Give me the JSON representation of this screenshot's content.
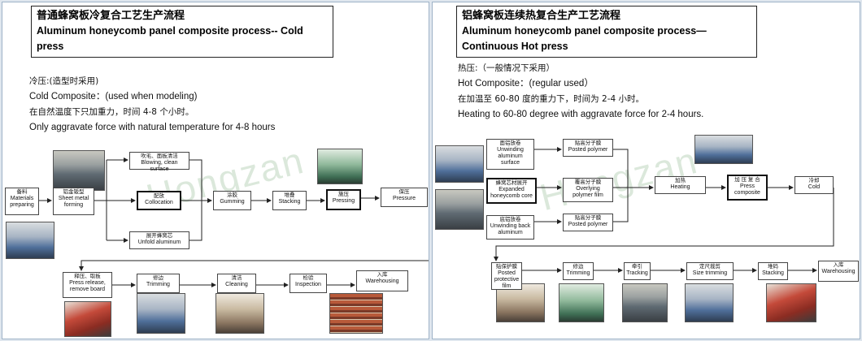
{
  "left": {
    "title_zh": "普通蜂窝板冷复合工艺生产流程",
    "title_en": "Aluminum honeycomb panel composite process-- Cold press",
    "notes": [
      "冷压:(造型时采用)",
      "Cold Composite：(used when modeling)",
      "在自然温度下只加重力，时间 4-8 个小时。",
      "Only aggravate force with natural temperature for 4-8 hours"
    ],
    "watermark": "Hongzan",
    "nodes": {
      "materials": {
        "zh": "备料",
        "en": "Materials preparing"
      },
      "sheet": {
        "zh": "铝金钣型",
        "en": "Sheet metal forming"
      },
      "blowing": {
        "zh": "吹毛、面板清洁",
        "en": "Blowing, clean surface"
      },
      "collocation": {
        "zh": "配放",
        "en": "Collocation"
      },
      "unfold": {
        "zh": "展开蜂窝芯",
        "en": "Unfold aluminum"
      },
      "gumming": {
        "zh": "涂胶",
        "en": "Gumming"
      },
      "stacking": {
        "zh": "堆叠",
        "en": "Stacking"
      },
      "pressing": {
        "zh": "施压",
        "en": "Pressing"
      },
      "pressure": {
        "zh": "保压",
        "en": "Pressure"
      },
      "release": {
        "zh": "释压、取板",
        "en": "Press release, remove board"
      },
      "trimming": {
        "zh": "修边",
        "en": "Trimming"
      },
      "cleaning": {
        "zh": "清洁",
        "en": "Cleaning"
      },
      "inspection": {
        "zh": "检验",
        "en": "Inspection"
      },
      "warehousing": {
        "zh": "入库",
        "en": "Warehousing"
      }
    }
  },
  "right": {
    "title_zh": "铝蜂窝板连续热复合生产工艺流程",
    "title_en": "Aluminum honeycomb panel composite process—Continuous Hot press",
    "notes": [
      "热压:（一般情况下采用）",
      "Hot Composite：(regular used）",
      "在加温至 60-80 度的重力下，时间为 2-4 小时。",
      "Heating to 60-80 degree with aggravate force for 2-4 hours."
    ],
    "watermark": "Hongzan",
    "nodes": {
      "unwinding": {
        "zh": "面铝放卷",
        "en": "Unwinding aluminum surface"
      },
      "polymer1": {
        "zh": "贴高分子膜",
        "en": "Posted polymer"
      },
      "expanded": {
        "zh": "蜂窝芯材展开",
        "en": "Expanded honeycomb core"
      },
      "overlying": {
        "zh": "覆高分子膜",
        "en": "Overlying polymer film"
      },
      "heating": {
        "zh": "加热",
        "en": "Heating"
      },
      "press": {
        "zh": "加 压 复 合",
        "en": "Press composite"
      },
      "cold": {
        "zh": "冷却",
        "en": "Cold"
      },
      "back": {
        "zh": "底铝放卷",
        "en": "Unwinding back aluminum"
      },
      "polymer2": {
        "zh": "贴高分子膜",
        "en": "Posted polymer"
      },
      "protective": {
        "zh": "贴保护膜",
        "en": "Posted protective film"
      },
      "trimming": {
        "zh": "修边",
        "en": "Trimming"
      },
      "tracking": {
        "zh": "牵引",
        "en": "Tracking"
      },
      "size": {
        "zh": "定尺裁剪",
        "en": "Size trimming"
      },
      "stacking": {
        "zh": "堆码",
        "en": "Stacking"
      },
      "warehousing": {
        "zh": "入库",
        "en": "Warehousing"
      }
    }
  }
}
